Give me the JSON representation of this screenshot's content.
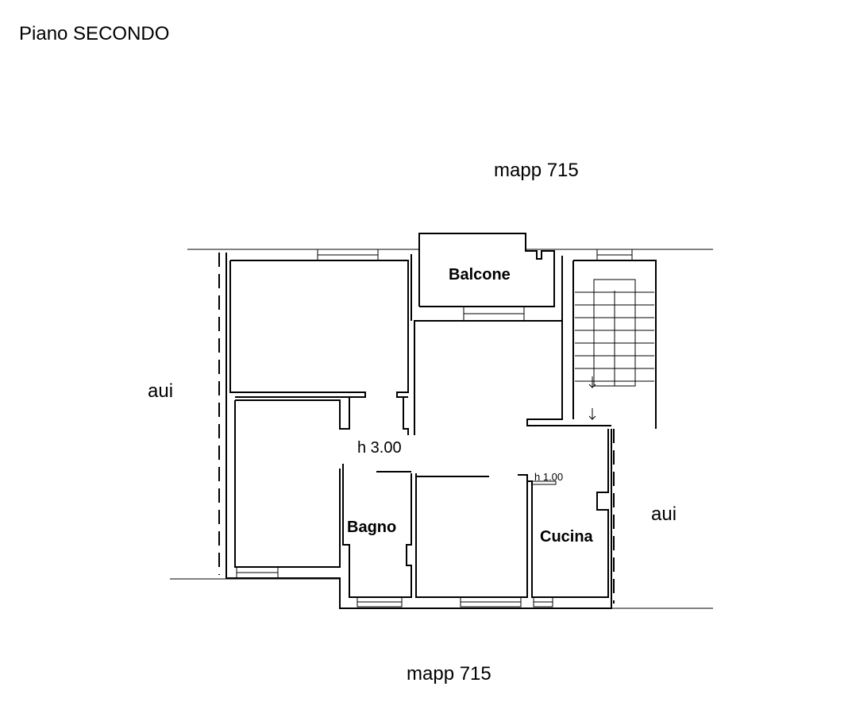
{
  "floor_title": "Piano SECONDO",
  "neighbors": {
    "north": "mapp 715",
    "south": "mapp 715",
    "west": "aui",
    "east": "aui"
  },
  "rooms": {
    "balcony": "Balcone",
    "bathroom": "Bagno",
    "kitchen": "Cucina"
  },
  "heights": {
    "main": "h 3.00",
    "kitchen_niche": "h 1.00"
  }
}
